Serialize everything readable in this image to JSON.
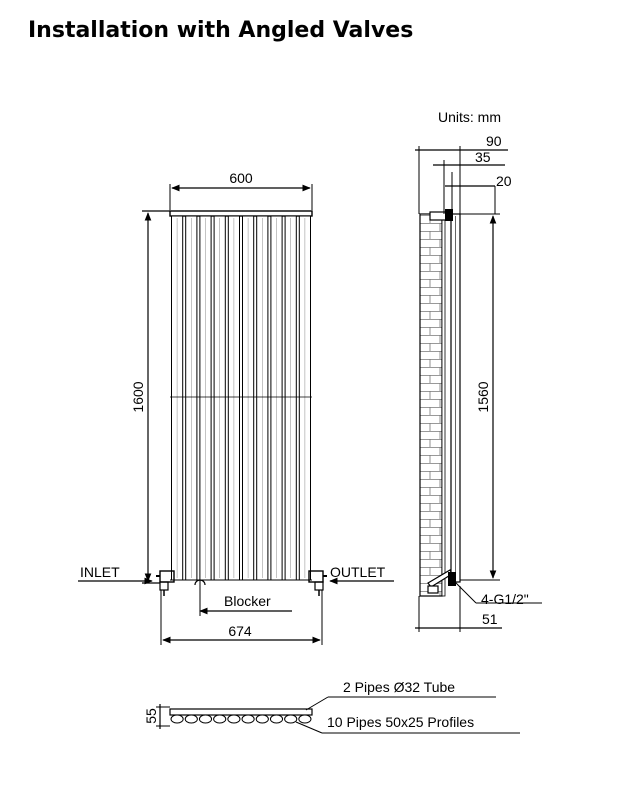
{
  "title": "Installation with Angled Valves",
  "units_label": "Units: mm",
  "front_view": {
    "width_label": "600",
    "height_label": "1600",
    "overall_width_label": "674",
    "inlet_label": "INLET",
    "outlet_label": "OUTLET",
    "blocker_label": "Blocker",
    "pipe_count": 10
  },
  "side_view": {
    "depth_90": "90",
    "depth_35": "35",
    "depth_20": "20",
    "centers_label": "1560",
    "thread_label": "4-G1/2\"",
    "bottom_label": "51"
  },
  "section_view": {
    "height_label": "55",
    "tube_label": "2 Pipes Ø32   Tube",
    "profile_label": "10 Pipes 50x25  Profiles"
  }
}
